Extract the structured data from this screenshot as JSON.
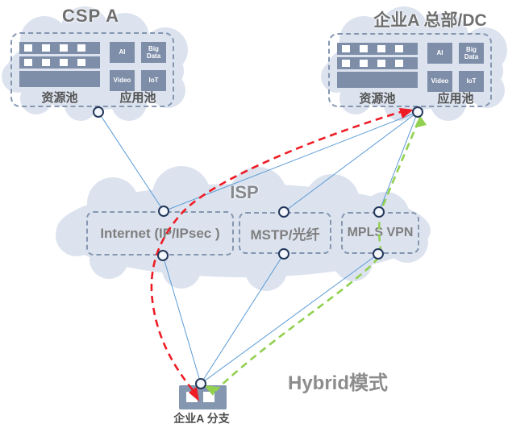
{
  "colors": {
    "cloud_fill": "#dce3ef",
    "box_border": "#8496b0",
    "pool_fill": "#7e8ea9",
    "blue_line": "#5b9bd5",
    "red_path": "#ee1c25",
    "green_path": "#92d050",
    "connector_ring": "#24385b",
    "connector_fill": "#f3f6fa",
    "title_text": "#6f6f6f",
    "pool_label_text": "#545454"
  },
  "csp_cloud": {
    "title": "CSP A",
    "resource_pool_label": "资源池",
    "app_pool_label": "应用池",
    "tiles": [
      "AI",
      "Big Data",
      "Video",
      "IoT"
    ]
  },
  "hq_cloud": {
    "title": "企业A 总部/DC",
    "resource_pool_label": "资源池",
    "app_pool_label": "应用池",
    "tiles": [
      "AI",
      "Big Data",
      "Video",
      "IoT"
    ]
  },
  "isp_cloud": {
    "title": "ISP",
    "links": [
      {
        "label": "Internet (IP/IPsec )"
      },
      {
        "label": "MSTP/光纤"
      },
      {
        "label": "MPLS VPN"
      }
    ]
  },
  "branch": {
    "label": "企业A 分支"
  },
  "mode_label": "Hybrid模式"
}
